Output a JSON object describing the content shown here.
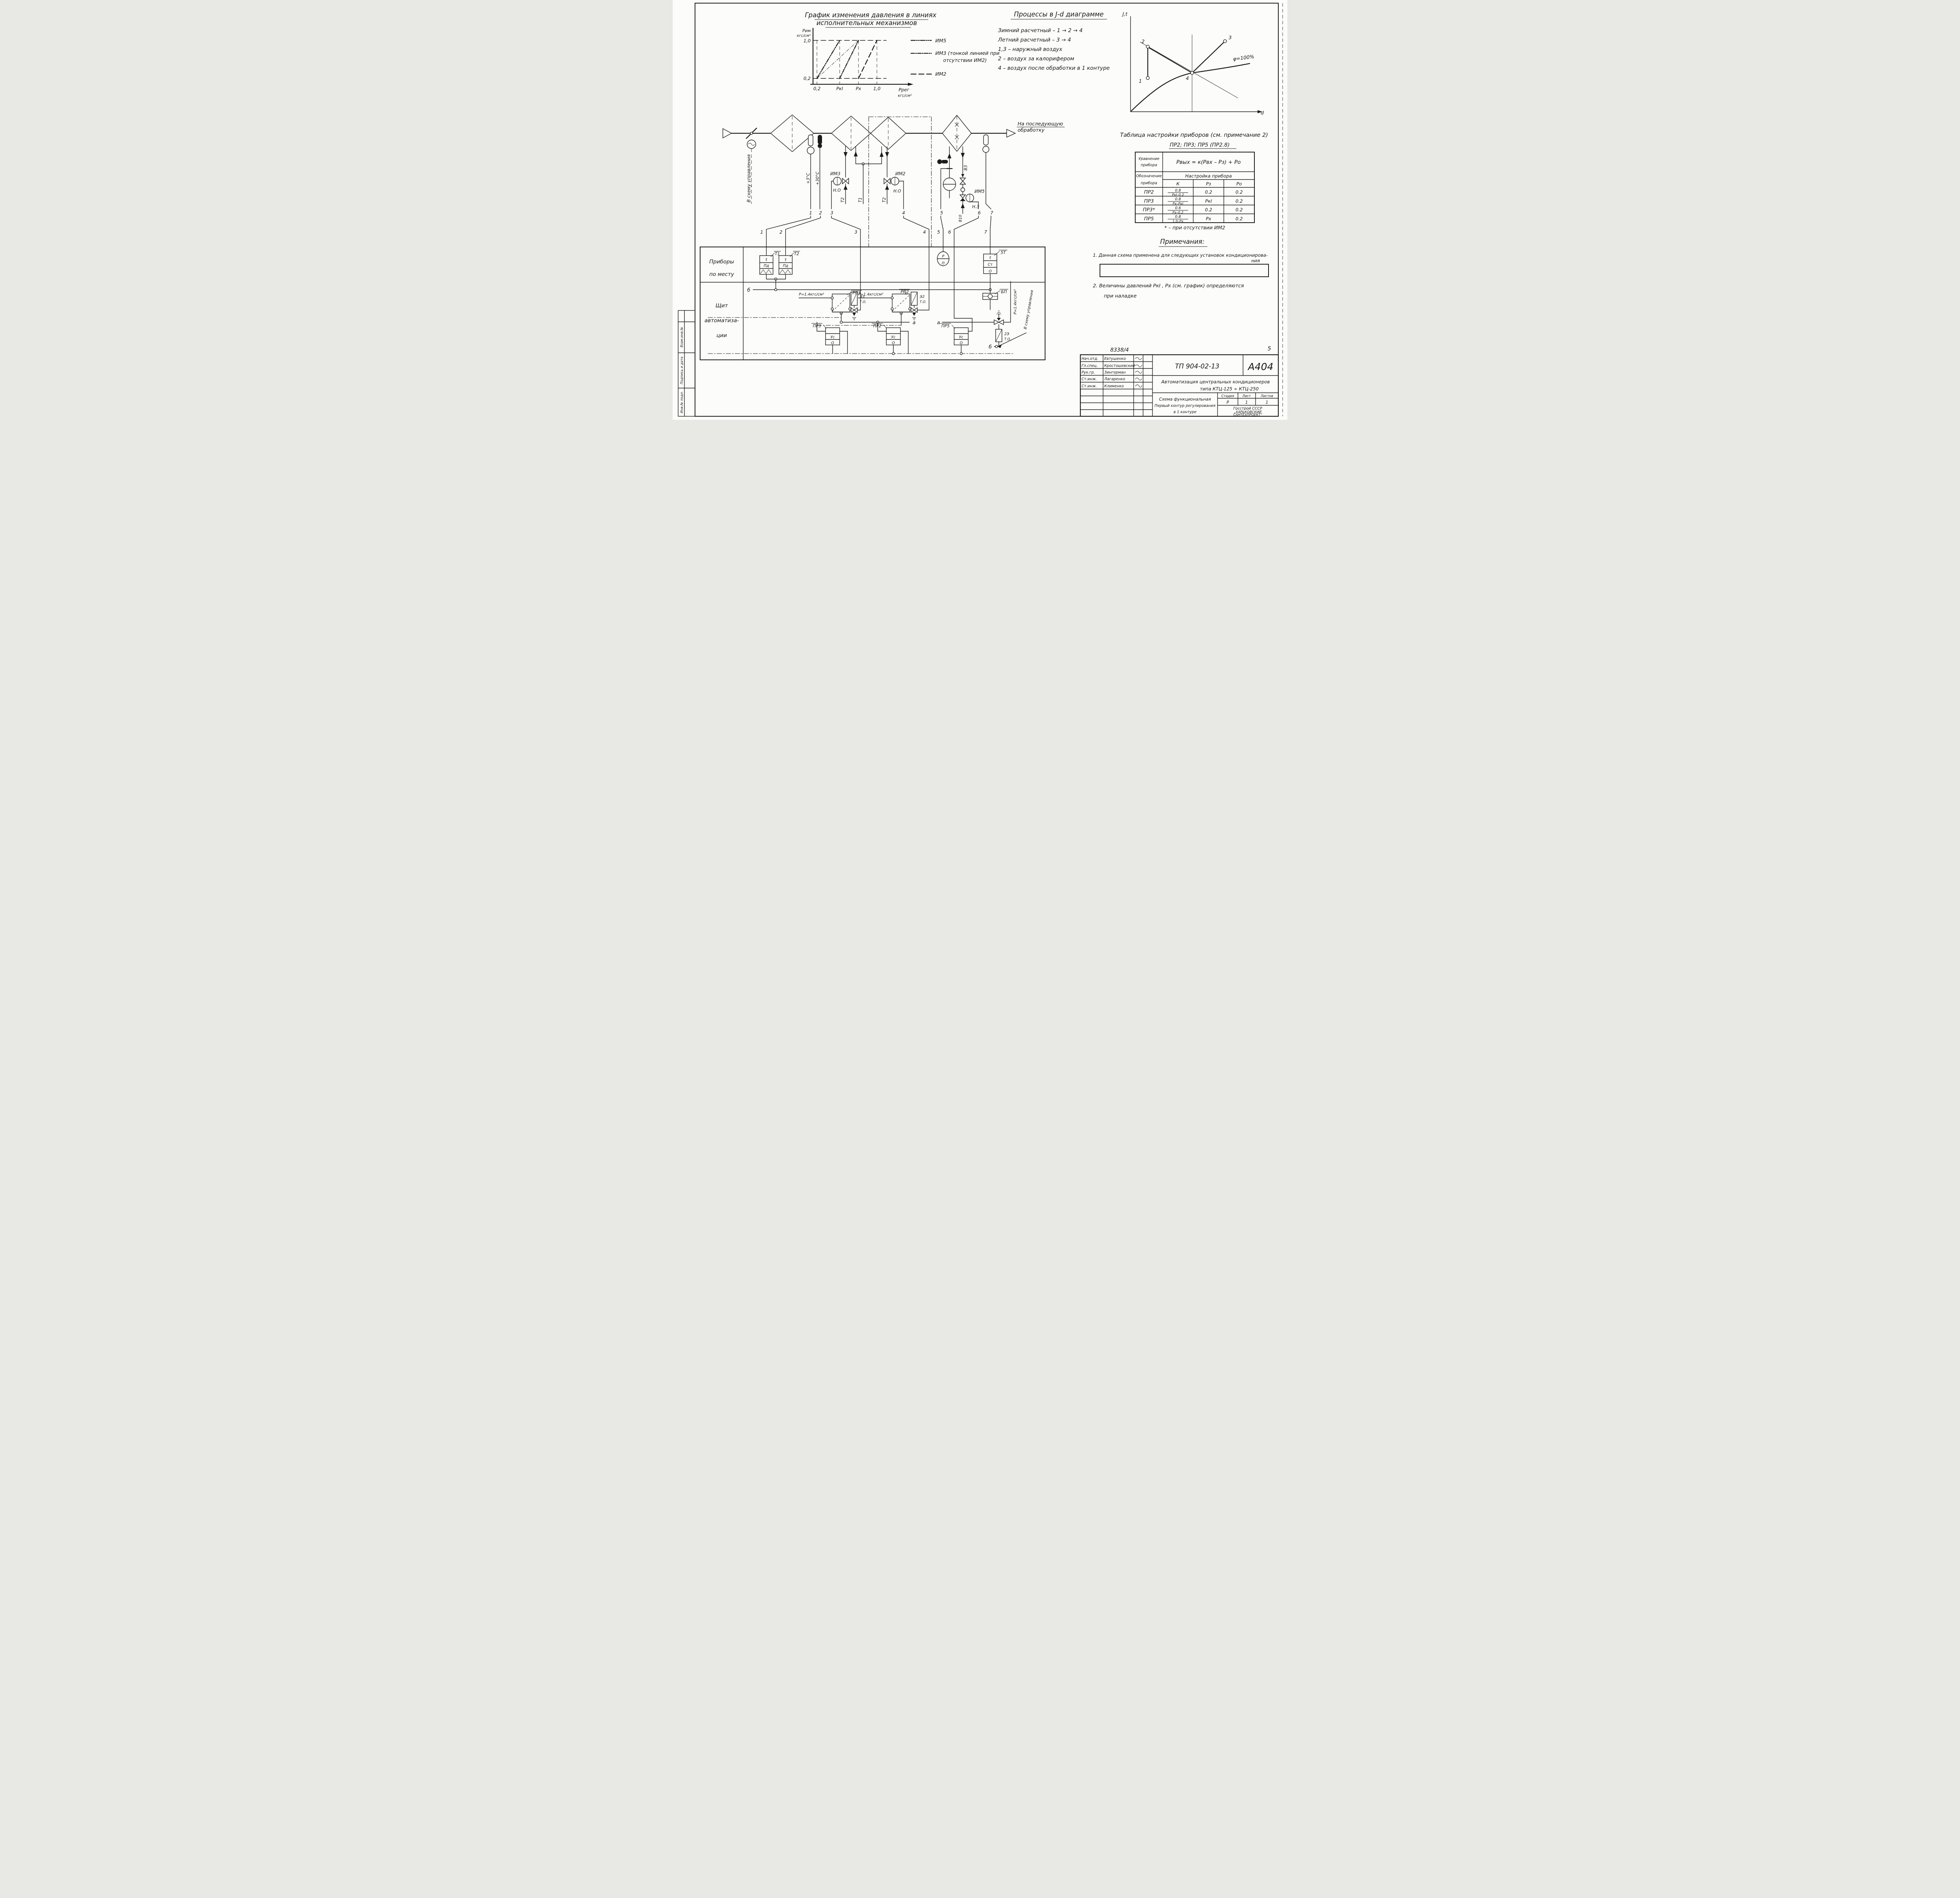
{
  "frame": {
    "stamp_cells": [
      "Взам.инв.№",
      "Подпись и дата",
      "Инв.№ подл."
    ]
  },
  "pressure_chart": {
    "title1": "График изменения давления в линиях",
    "title2": "исполнительных механизмов",
    "y_unit1": "Рим",
    "y_unit2": "кгс/см²",
    "y_tick_top": "1,0",
    "y_tick_bottom": "0,2",
    "x_tick1": "0,2",
    "x_tick2": "РкI",
    "x_tick3": "Рх",
    "x_tick4": "1,0",
    "x_unit1": "Ррег",
    "x_unit2": "кгс/см²",
    "legend1": "ИМ5",
    "legend2a": "ИМ3 (тонкой линией при",
    "legend2b": "отсутствии ИМ2)",
    "legend3": "ИМ2"
  },
  "jd_text": {
    "title": "Процессы в J-d диаграмме",
    "line1": "Зимний  расчетный – 1 → 2 → 4",
    "line2": "Летний  расчетный – 3 → 4",
    "line3": "1,3 – наружный  воздух",
    "line4": "2 – воздух  за  калорифером",
    "line5": "4 – воздух  после  обработки  в 1 контуре"
  },
  "jd_diagram": {
    "y_label": "J,t",
    "x_label": "d",
    "phi": "φ=100%",
    "p1": "1",
    "p2": "2",
    "p3": "3",
    "p4": "4"
  },
  "table": {
    "title1": "Таблица настройки приборов (см. примечание 2)",
    "title2": "ПР2; ПР3; ПР5 (ПР2.8)",
    "eq_label1": "Уравнение",
    "eq_label2": "прибора",
    "equation": "Рвых = к(Рвх – Рз) + Ро",
    "des_label1": "Обозначение",
    "des_label2": "прибора",
    "setting": "Настройка прибора",
    "col_k": "К",
    "col_p3": "Рз",
    "col_p0": "Ро",
    "rows": [
      {
        "device": "ПР2",
        "kn": "0.8",
        "kd": "РкI–0.2",
        "p3": "0.2",
        "p0": "0.2"
      },
      {
        "device": "ПР3",
        "kn": "0.8",
        "kd": "Рх–РкI",
        "p3": "РкI",
        "p0": "0.2"
      },
      {
        "device": "ПР3*",
        "kn": "0.6",
        "kd": "Рх–0.2",
        "p3": "0.2",
        "p0": "0.2"
      },
      {
        "device": "ПР5",
        "kn": "0.8",
        "kd": "1.0–Рх",
        "p3": "Рх",
        "p0": "0.2"
      }
    ],
    "footnote": "* – при отсутствии ИМ2"
  },
  "notes": {
    "title": "Примечания:",
    "n1a": "1. Данная схема применена для следующих установок кондиционирова-",
    "n1b": "ния",
    "n2a": "2. Величины давлений   РкI , Рх (см. график) определяются",
    "n2b": "при наладке"
  },
  "schematic": {
    "to_control": "В схему управления",
    "outlet1": "На последующую",
    "outlet2": "обработку",
    "t_plus3": "+3°С",
    "t_plus30": "+30°С",
    "im3": "ИМ3",
    "im3_state": "Н.О",
    "im2": "ИМ2",
    "im2_state": "Н.О",
    "im5": "ИМ5",
    "im5_state": "Н.З",
    "pipe_t2a": "Т2",
    "pipe_t1": "Т1",
    "pipe_t2b": "Т2",
    "pipe_v3": "В3",
    "pipe_v10": "В10",
    "num_top": [
      "1",
      "2",
      "3",
      "4",
      "5",
      "6",
      "7"
    ],
    "num_bottom": [
      "1",
      "2",
      "3",
      "4",
      "5",
      "6",
      "7"
    ]
  },
  "panel": {
    "row1_label1": "Приборы",
    "row1_label2": "по месту",
    "row2_label1": "Щит",
    "row2_label2": "автоматиза-",
    "row2_label3": "ции",
    "b_left": "б",
    "b_right": "б",
    "a_left": "а",
    "a_right": "а",
    "t1": {
      "tag": "Т1",
      "r1": "t",
      "r2": "Пд"
    },
    "t2": {
      "tag": "Т2",
      "r1": "t",
      "r2": "Пд"
    },
    "gauge": {
      "top": "Р",
      "bottom": "П"
    },
    "st": {
      "tag": "5Т",
      "r1": "t",
      "r2": "Ст",
      "r3": "О"
    },
    "bp": {
      "tag": "БП"
    },
    "rp3": {
      "tag": "РП3",
      "pressure": "Р=1.4кгс/см²",
      "sol": "Э3",
      "sol_note": "Т.О."
    },
    "rp2": {
      "tag": "РП2",
      "pressure": "Р=1.4кгс/см²",
      "sol": "Э2",
      "sol_note": "Т.О."
    },
    "pr3": {
      "tag": "ПР3",
      "r2": "Ус",
      "r3": "О"
    },
    "pr2": {
      "tag": "ПР2",
      "r2": "Ус",
      "r3": "О"
    },
    "pr5": {
      "tag": "ПР5",
      "r2": "Ус",
      "r3": "О"
    },
    "sol2e": {
      "tag": "2Э",
      "note": "Т.О.",
      "pressure": "Р=1.4кгс/см²"
    },
    "to_control": "В схему управления"
  },
  "title_block": {
    "doc_no": "8338/4",
    "sheet_no": "5",
    "rows": [
      {
        "role": "Нач.отд.",
        "name": "Евтушенко"
      },
      {
        "role": "Гл.спец.",
        "name": "Кростошевский"
      },
      {
        "role": "Рук.гр.",
        "name": "Зингерман"
      },
      {
        "role": "Ст.инж.",
        "name": "Лагаренко"
      },
      {
        "role": "Ст.инж.",
        "name": "Клименко"
      }
    ],
    "code": "ТП 904-02-13",
    "album": "А404",
    "project1": "Автоматизация центральных кондиционеров",
    "project2": "типа  КТЦ-125 ÷ КТЦ-250",
    "stage_h": "Стадия",
    "sheet_h": "Лист",
    "sheets_h": "Листов",
    "stage_v": "Р",
    "sheet_v": "1",
    "sheets_v": "1",
    "scheme1": "Схема функциональная",
    "scheme2": "Первый контур регулирования",
    "scheme3": "в 1 контуре",
    "org1": "Госстрой СССР",
    "org2": "„ХАРЬКОВСКИЙ",
    "org3": "САНТЕХПРОЕКТ“"
  },
  "chart_data": [
    {
      "type": "line",
      "title": "График изменения давления в линиях исполнительных механизмов",
      "xlabel": "Ррег кгс/см²",
      "ylabel": "Рим кгс/см²",
      "x_ticks": [
        "0,2",
        "РкI",
        "Рх",
        "1,0"
      ],
      "ylim": [
        0.2,
        1.0
      ],
      "series": [
        {
          "name": "ИМ5",
          "x": [
            "0,2",
            "РкI"
          ],
          "y": [
            0.2,
            1.0
          ],
          "style": "dash-dot-dot"
        },
        {
          "name": "ИМ3",
          "x": [
            "РкI",
            "Рх"
          ],
          "y": [
            0.2,
            1.0
          ],
          "style": "dash-dot",
          "note": "тонкой линией от 0,2 до Рх при отсутствии ИМ2"
        },
        {
          "name": "ИМ3 (тонкая, без ИМ2)",
          "x": [
            "0,2",
            "Рх"
          ],
          "y": [
            0.2,
            1.0
          ],
          "style": "thin dash-dot"
        },
        {
          "name": "ИМ2",
          "x": [
            "Рх",
            "1,0"
          ],
          "y": [
            0.2,
            1.0
          ],
          "style": "long-dash"
        }
      ],
      "grid": "dashed bounding lines at 0,2 and 1,0"
    },
    {
      "type": "line",
      "title": "Процессы в J-d диаграмме",
      "xlabel": "d",
      "ylabel": "J,t",
      "annotations": [
        "φ=100%"
      ],
      "points": [
        {
          "label": "1"
        },
        {
          "label": "2"
        },
        {
          "label": "3"
        },
        {
          "label": "4"
        }
      ],
      "processes": [
        {
          "name": "Зимний расчетный",
          "path": [
            "1",
            "2",
            "4"
          ]
        },
        {
          "name": "Летний расчетный",
          "path": [
            "3",
            "4"
          ]
        }
      ]
    }
  ]
}
